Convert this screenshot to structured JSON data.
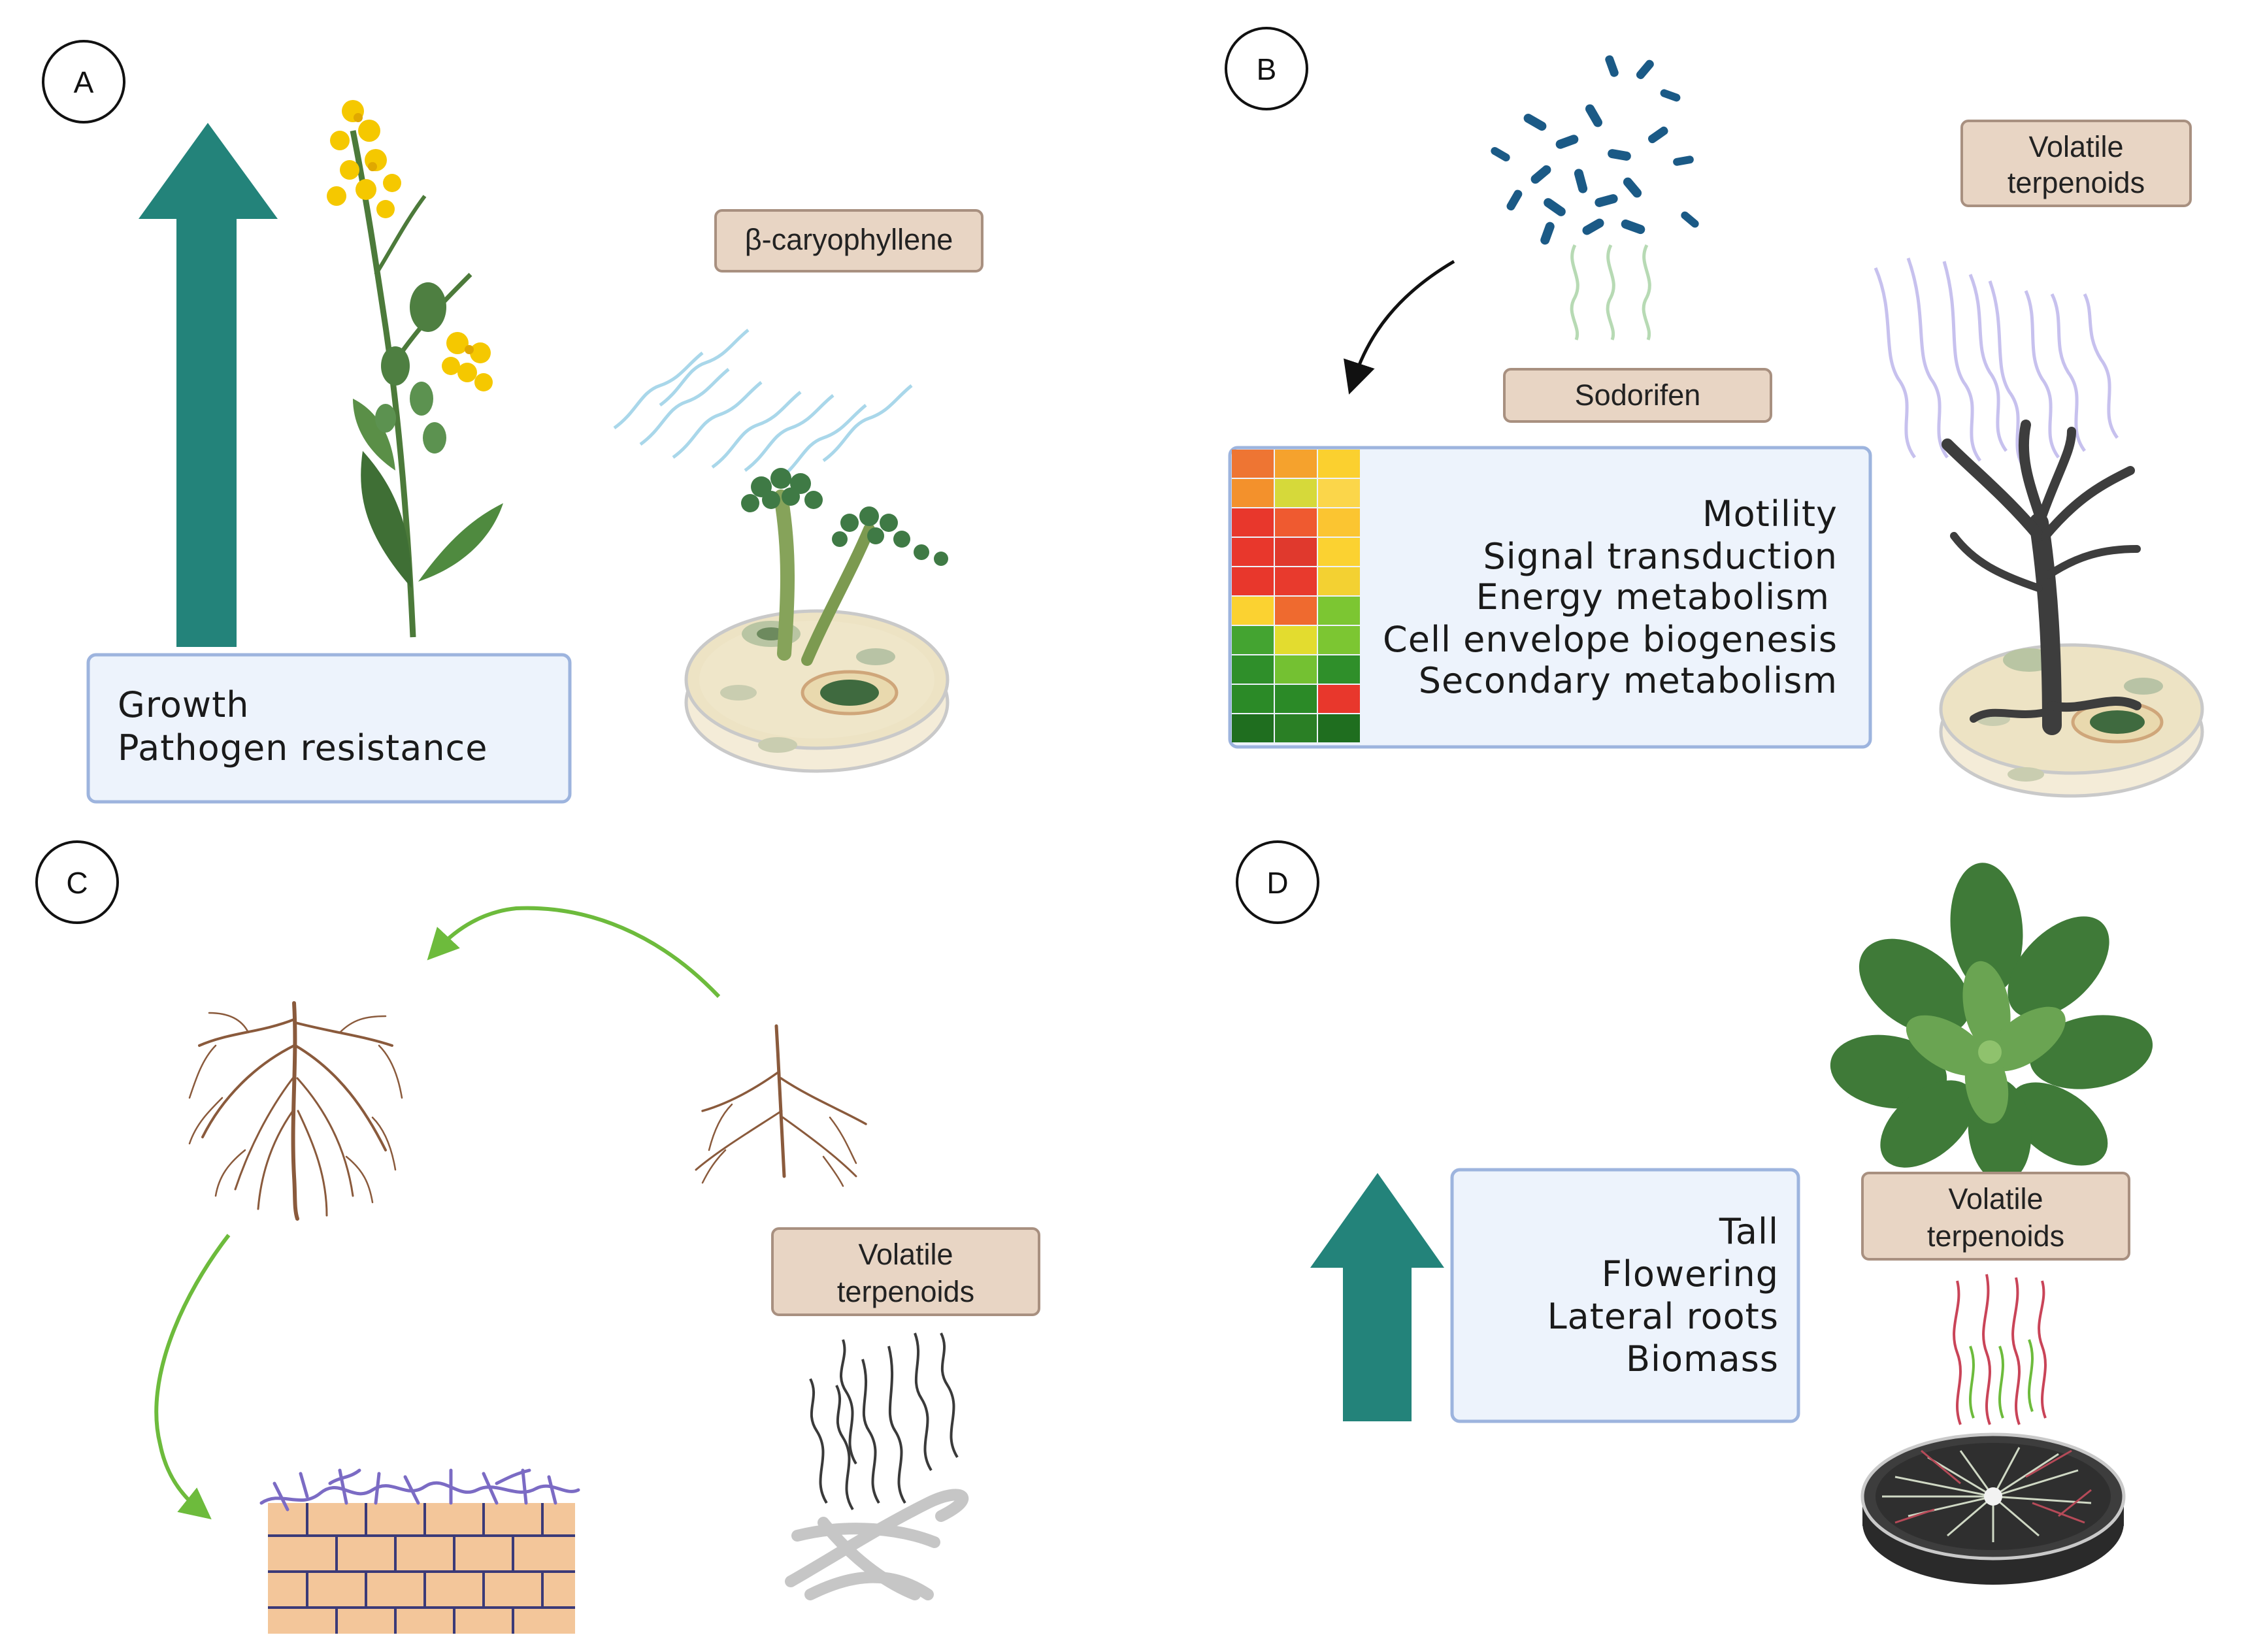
{
  "panels": {
    "a": {
      "letter": "A",
      "tag": "β-caryophyllene",
      "box_lines": [
        "Growth",
        "Pathogen resistance"
      ]
    },
    "b": {
      "letter": "B",
      "tag_sodorifen": "Sodorifen",
      "tag_volatile": [
        "Volatile",
        "terpenoids"
      ],
      "box_lines": [
        "Motility",
        "Signal transduction",
        "Energy metabolism",
        "Cell envelope biogenesis",
        "Secondary metabolism"
      ]
    },
    "c": {
      "letter": "C",
      "tag": [
        "Volatile",
        "terpenoids"
      ]
    },
    "d": {
      "letter": "D",
      "tag": [
        "Volatile",
        "terpenoids"
      ],
      "box_lines": [
        "Tall",
        "Flowering",
        "Lateral roots",
        "Biomass"
      ]
    }
  },
  "colors": {
    "arrow_teal": "#23837a",
    "box_fill": "#edf3fc",
    "box_border": "#9db4de",
    "tag_fill": "#e8d5c4",
    "tag_border": "#a89080",
    "green_arrow": "#6dbb3c"
  },
  "heatmap": {
    "columns": 3,
    "rows": [
      [
        "#ee7533",
        "#f5a22d",
        "#fbd02f"
      ],
      [
        "#f3912c",
        "#d6d93a",
        "#fbd64a"
      ],
      [
        "#e8372c",
        "#ef5a30",
        "#fbc531"
      ],
      [
        "#e8372c",
        "#e0392d",
        "#fbd231"
      ],
      [
        "#e8372c",
        "#e83a2d",
        "#f3d132"
      ],
      [
        "#fbd231",
        "#ef6a2f",
        "#7cc632"
      ],
      [
        "#44a431",
        "#e3dc2f",
        "#7cc632"
      ],
      [
        "#2f8f2a",
        "#74c132",
        "#2f8f2a"
      ],
      [
        "#2b8a27",
        "#2b8a27",
        "#e8372c"
      ],
      [
        "#1f6e1f",
        "#2a7f25",
        "#1f6e1f"
      ]
    ]
  },
  "icons": [
    "flowering-plant-icon",
    "fungus-petri-dish-icon",
    "bacteria-icon",
    "volatile-wave-icon",
    "black-fungus-petri-dish-icon",
    "root-system-icon",
    "mycelium-soil-icon",
    "rosette-plant-icon",
    "seedling-petri-dish-icon"
  ]
}
